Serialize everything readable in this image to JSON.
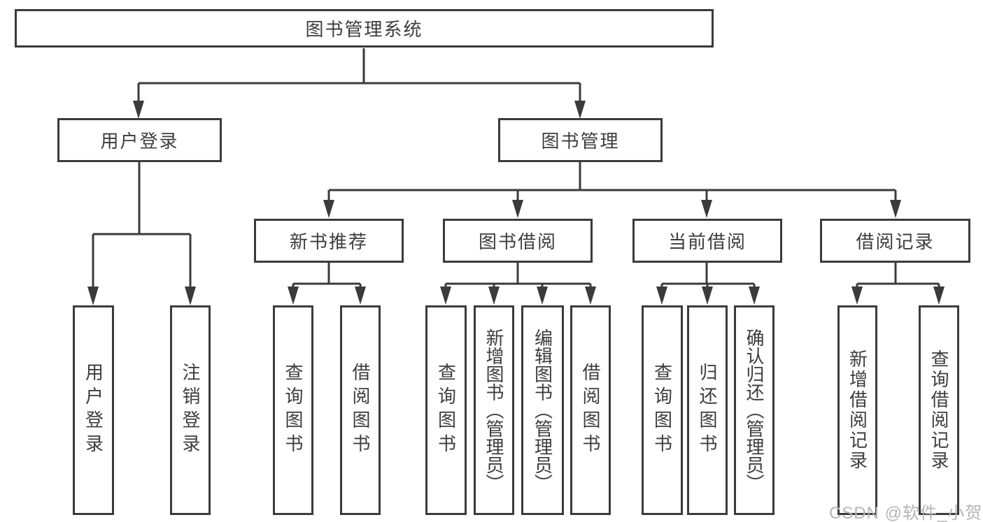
{
  "diagram": {
    "root": {
      "label": "图书管理系统"
    },
    "branches": [
      {
        "label": "用户登录",
        "children": [
          {
            "label": "用户登录"
          },
          {
            "label": "注销登录"
          }
        ]
      },
      {
        "label": "图书管理",
        "children": [
          {
            "label": "新书推荐",
            "children": [
              {
                "label": "查询图书"
              },
              {
                "label": "借阅图书"
              }
            ]
          },
          {
            "label": "图书借阅",
            "children": [
              {
                "label": "查询图书"
              },
              {
                "label": "新增图书（管理员）"
              },
              {
                "label": "编辑图书（管理员）"
              },
              {
                "label": "借阅图书"
              }
            ]
          },
          {
            "label": "当前借阅",
            "children": [
              {
                "label": "查询图书"
              },
              {
                "label": "归还图书"
              },
              {
                "label": "确认归还（管理员）"
              }
            ]
          },
          {
            "label": "借阅记录",
            "children": [
              {
                "label": "新增借阅记录"
              },
              {
                "label": "查询借阅记录"
              }
            ]
          }
        ]
      }
    ]
  },
  "watermark": {
    "text": "CSDN @软件_小贺同学"
  },
  "colors": {
    "stroke": "#3b3b3b",
    "text": "#3d3d3d",
    "background": "#ffffff",
    "watermark_color": "#b5b5b5"
  }
}
